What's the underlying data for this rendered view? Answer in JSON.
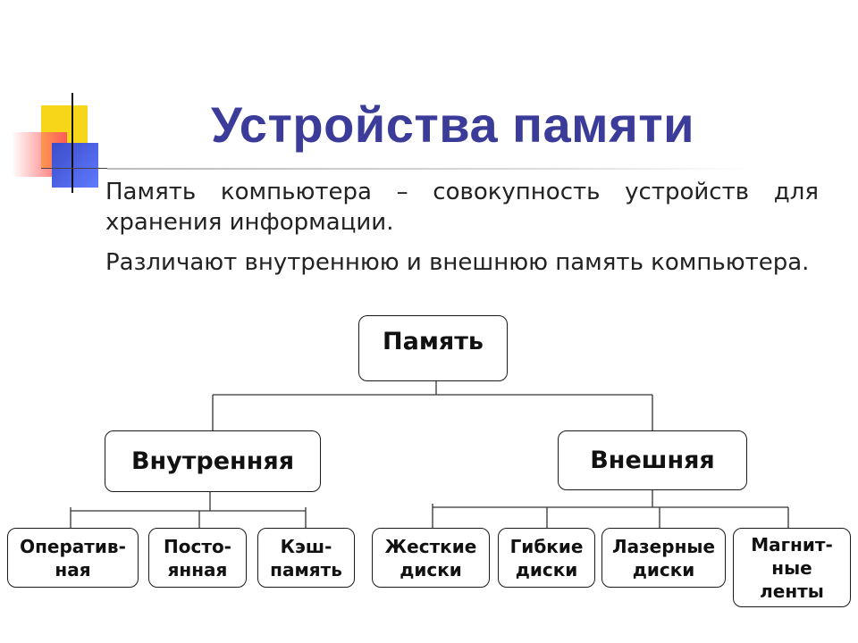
{
  "title": "Устройства памяти",
  "paragraphs": [
    "Память компьютера – совокупность устройств для хранения информации.",
    "Различают внутреннюю и внешнюю память компьютера."
  ],
  "diagram": {
    "root": "Память",
    "internal": {
      "label": "Внутренняя",
      "children": [
        "Оператив-\nная",
        "Посто-\nянная",
        "Кэш-\nпамять"
      ]
    },
    "external": {
      "label": "Внешняя",
      "children": [
        "Жесткие\nдиски",
        "Гибкие\nдиски",
        "Лазерные\nдиски",
        "Магнит-\nные\nленты"
      ]
    }
  },
  "colors": {
    "title": "#3b3b9a",
    "accent_yellow": "#f5d200",
    "accent_red": "#ff5a5a",
    "accent_blue": "#3b4cc8"
  }
}
